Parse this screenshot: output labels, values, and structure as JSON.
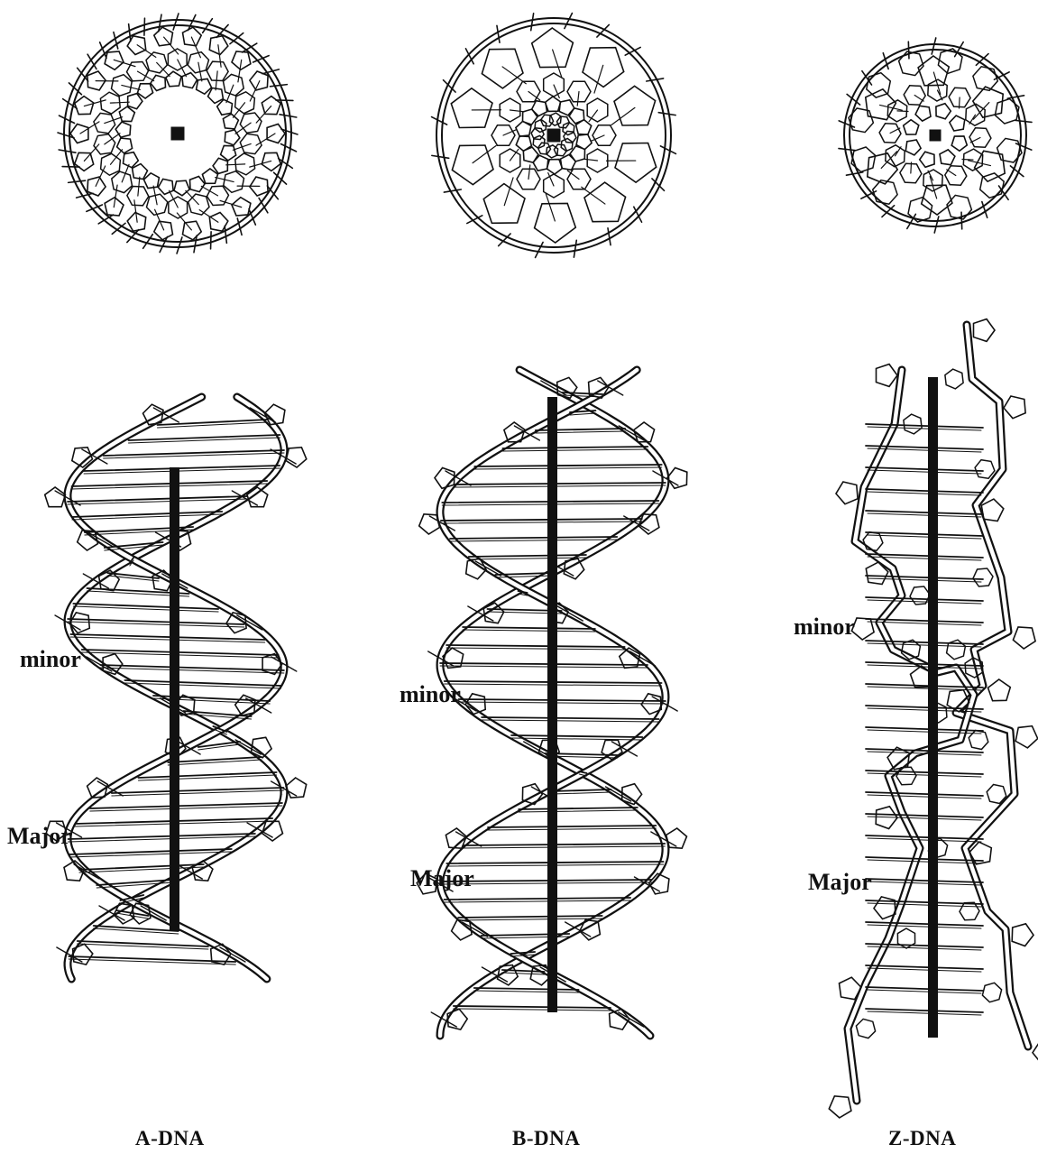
{
  "forms": [
    {
      "id": "a",
      "name": "A-DNA",
      "minor_label": "minor",
      "major_label": "Major"
    },
    {
      "id": "b",
      "name": "B-DNA",
      "minor_label": "minor",
      "major_label": "Major"
    },
    {
      "id": "z",
      "name": "Z-DNA",
      "minor_label": "minor",
      "major_label": "Major"
    }
  ],
  "colors": {
    "ink": "#111111",
    "backbone_fill": "#ffffff",
    "background": "#ffffff"
  }
}
